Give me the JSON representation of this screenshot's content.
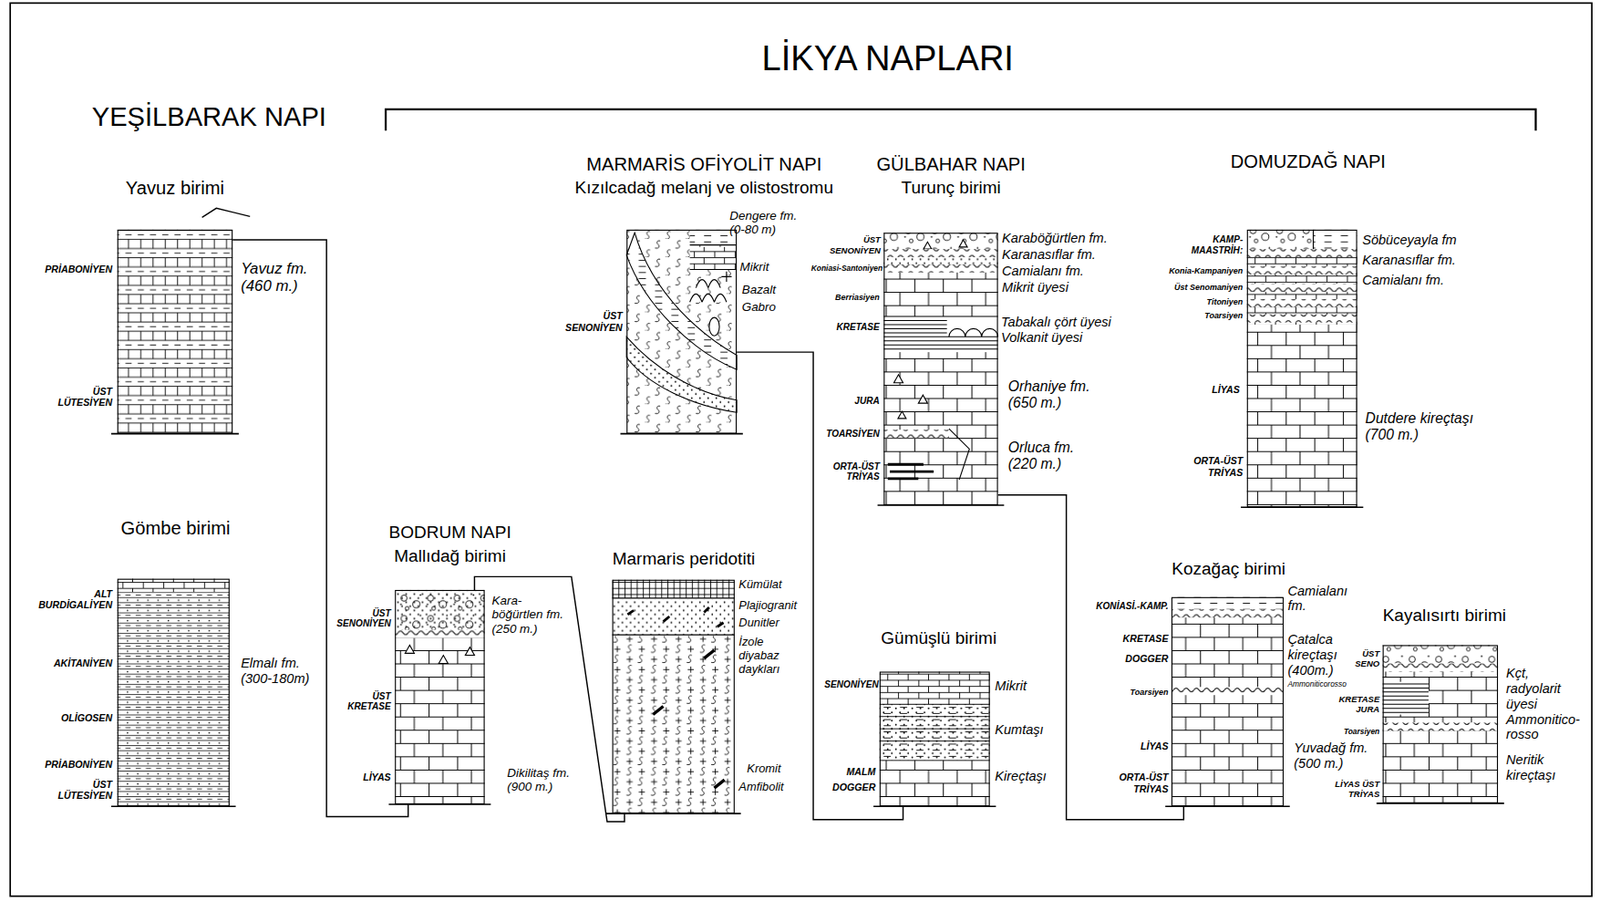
{
  "diagram": {
    "title": "LİKYA NAPLARI",
    "nodes": [
      {
        "text": [
          "Yavuz birimi"
        ]
      },
      {
        "text": [
          "MARMARİS OFİYOLİT NAPI",
          "Kızılcadağ melanj ve olistostromu"
        ]
      },
      {
        "text": [
          "GÜLBAHAR NAPI",
          "Turunç birimi"
        ]
      },
      {
        "text": [
          "DOMUZDAĞ NAPI"
        ]
      },
      {
        "text": [
          "Gömbe birimi"
        ]
      },
      {
        "text": [
          "BODRUM NAPI",
          "Mallıdağ birimi"
        ]
      },
      {
        "text": [
          "Marmaris peridotiti"
        ]
      },
      {
        "text": [
          "Gümüşlü birimi"
        ]
      },
      {
        "text": [
          "Kozağaç birimi"
        ]
      },
      {
        "text": [
          "Kayalısırtı birimi"
        ]
      }
    ],
    "edges": [
      {
        "from": 0,
        "to": 5,
        "arrow": "none"
      },
      {
        "from": 5,
        "to": 6,
        "arrow": "none"
      },
      {
        "from": 1,
        "to": 7,
        "arrow": "none"
      },
      {
        "from": 2,
        "to": 8,
        "arrow": "none"
      }
    ],
    "labels": [
      "YEŞİLBARAK NAPI",
      "PRİABONİYEN",
      "ÜST LÜTESİYEN",
      "Yavuz fm. (460 m.)",
      "ALT BURDİGALİYEN",
      "AKİTANİYEN",
      "OLİGOSEN",
      "PRİABONİYEN",
      "ÜST LÜTESİYEN",
      "Elmalı fm. (300-180m)",
      "ÜST SENONİYEN",
      "ÜST KRETASE",
      "LİYAS",
      "Kara-böğürtlen fm. (250 m.)",
      "Dikilitaş fm. (900 m.)",
      "Kümülat",
      "Plajiogranit",
      "Dunitler",
      "İzole diyabaz daykları",
      "Kromit",
      "Amfibolit",
      "Dengere fm. (0-80 m)",
      "Mikrit",
      "Bazalt",
      "Gabro",
      "ÜST SENONİYEN",
      "ÜST SENONİYEN",
      "Koniasi-Santoniyen",
      "Berriasiyen",
      "KRETASE",
      "JURA",
      "TOARSİYEN",
      "ORTA-ÜST TRİYAS",
      "Karaböğürtlen fm.",
      "Karanasıflar fm.",
      "Camialanı fm.",
      "Mikrit üyesi",
      "Tabakalı çört üyesi",
      "Volkanit üyesi",
      "Orhaniye fm. (650 m.)",
      "Orluca fm. (220 m.)",
      "KAMP-MAASTRİH:",
      "Konia-Kampaniyen",
      "Üst Senomaniyen",
      "Titoniyen",
      "Toarsiyen",
      "LİYAS",
      "ORTA-ÜST TRİYAS",
      "Söbüceyayla fm",
      "Karanasıflar fm.",
      "Camialanı fm.",
      "Dutdere kireçtaşı (700 m.)",
      "SENONİYEN",
      "MALM",
      "DOGGER",
      "Mikrit",
      "Kumtaşı",
      "Kireçtaşı",
      "KONİASİ.-KAMP.",
      "KRETASE",
      "DOGGER",
      "Toarsiyen",
      "LİYAS",
      "ORTA-ÜST TRİYAS",
      "Camialanı fm.",
      "Çatalca kireçtaşı (400m.)",
      "Ammoniticorosso",
      "Yuvadağ fm. (500 m.)",
      "ÜST SENO",
      "KRETASE JURA",
      "Toarsiyen",
      "LİYAS ÜST TRİYAS",
      "Kçt, radyolarit üyesi",
      "Ammonitico-rosso",
      "Neritik kireçtaşı"
    ]
  }
}
